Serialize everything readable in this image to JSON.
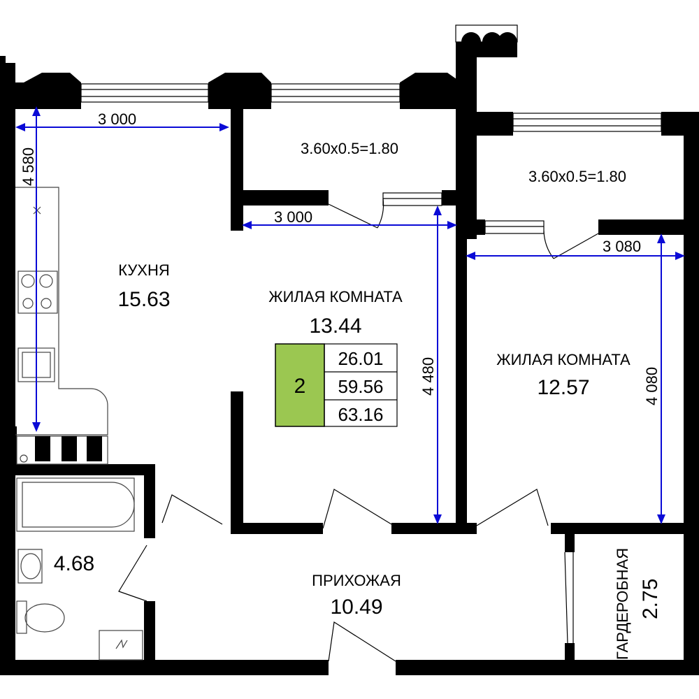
{
  "rooms": {
    "kitchen": {
      "name": "КУХНЯ",
      "area": "15.63"
    },
    "living1": {
      "name": "ЖИЛАЯ КОМНАТА",
      "area": "13.44"
    },
    "living2": {
      "name": "ЖИЛАЯ КОМНАТА",
      "area": "12.57"
    },
    "bathroom": {
      "area": "4.68"
    },
    "hall": {
      "name": "ПРИХОЖАЯ",
      "area": "10.49"
    },
    "wardrobe": {
      "name": "ГАРДЕРОБНАЯ",
      "area": "2.75"
    }
  },
  "balconies": {
    "left": "3.60x0.5=1.80",
    "right": "3.60x0.5=1.80"
  },
  "dimensions": {
    "kitchen_width": "3 000",
    "kitchen_length": "4 580",
    "living1_width": "3 000",
    "living1_length": "4 480",
    "living2_width": "3 080",
    "living2_length": "4 080"
  },
  "summary": {
    "rooms_count": "2",
    "living_area": "26.01",
    "total_area": "59.56",
    "total_with_balcony": "63.16",
    "colors": {
      "badge": "#9bc751",
      "border": "#000000"
    }
  },
  "colors": {
    "walls": "#000000",
    "dimension_lines": "#0a0ad6",
    "background": "#ffffff"
  }
}
